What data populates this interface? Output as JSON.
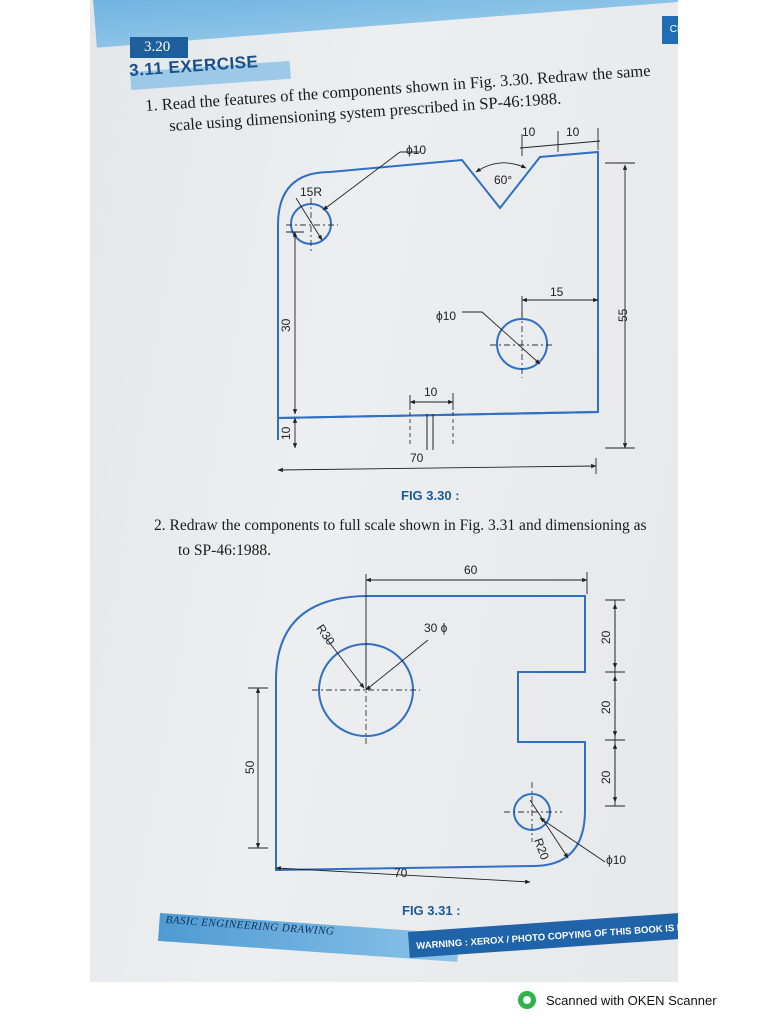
{
  "header": {
    "page_number": "3.20",
    "section": "3.11 EXERCISE",
    "tab": "CH"
  },
  "question1": {
    "line1": "1.  Read the features of the components shown in Fig. 3.30. Redraw the same",
    "line2": "scale using dimensioning system prescribed in SP-46:1988."
  },
  "fig330": {
    "caption": "FIG 3.30 :",
    "dims": {
      "d_top_hole": "ϕ10",
      "r_corner": "15R",
      "v_angle": "60°",
      "top_10a": "10",
      "top_10b": "10",
      "d_center_hole": "ϕ10",
      "offset_15": "15",
      "height_55": "55",
      "height_30": "30",
      "height_10": "10",
      "slot_10": "10",
      "width_70": "70"
    }
  },
  "question2": {
    "line1": "2.  Redraw the components to full scale shown in Fig. 3.31 and dimensioning as",
    "line2": "to SP-46:1988."
  },
  "fig331": {
    "caption": "FIG 3.31 :",
    "dims": {
      "width_60": "60",
      "r30": "R30",
      "d30": "30 ϕ",
      "h20a": "20",
      "h20b": "20",
      "h20c": "20",
      "height_50": "50",
      "r20": "R20",
      "d10": "ϕ10",
      "width_70": "70"
    }
  },
  "footer": {
    "left": "BASIC ENGINEERING DRAWING",
    "right": "WARNING : XEROX / PHOTO COPYING OF THIS BOOK IS ILLEGAL"
  },
  "scanner": {
    "text": "Scanned with OKEN Scanner"
  },
  "colors": {
    "drawing_blue": "#2f6fc4",
    "header_blue": "#1f5e9c",
    "caption_blue": "#1a5a9a"
  }
}
